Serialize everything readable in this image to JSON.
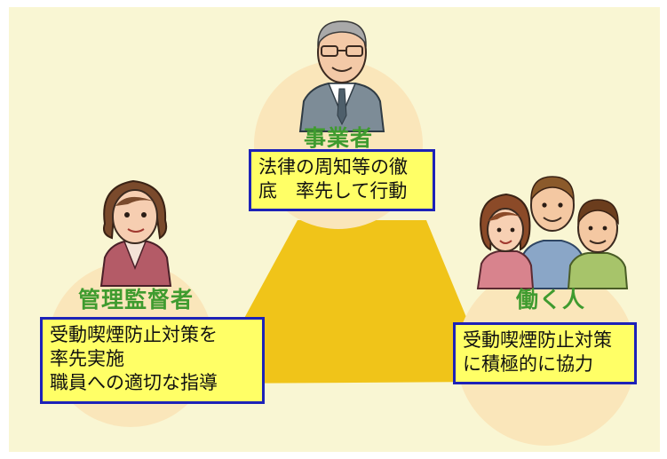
{
  "diagram": {
    "roles": {
      "top": {
        "name": "事業者",
        "lines": [
          "法律の周知等の徹",
          "底　率先して行動"
        ]
      },
      "left": {
        "name": "管理監督者",
        "lines": [
          "受動喫煙防止対策を",
          "率先実施",
          "職員への適切な指導"
        ]
      },
      "right": {
        "name": "働く人",
        "lines": [
          "受動喫煙防止対策",
          "に積極的に協力"
        ]
      }
    },
    "colors": {
      "background": "#f9f6d3",
      "circle": "#fae6ba",
      "triangle": "#f0c419",
      "role_text": "#3f9b2f",
      "note_fill": "#ffff66",
      "note_border": "#1d22b8"
    },
    "illustrations": [
      "businessman-illustration",
      "manager-woman-illustration",
      "workers-group-illustration"
    ]
  }
}
